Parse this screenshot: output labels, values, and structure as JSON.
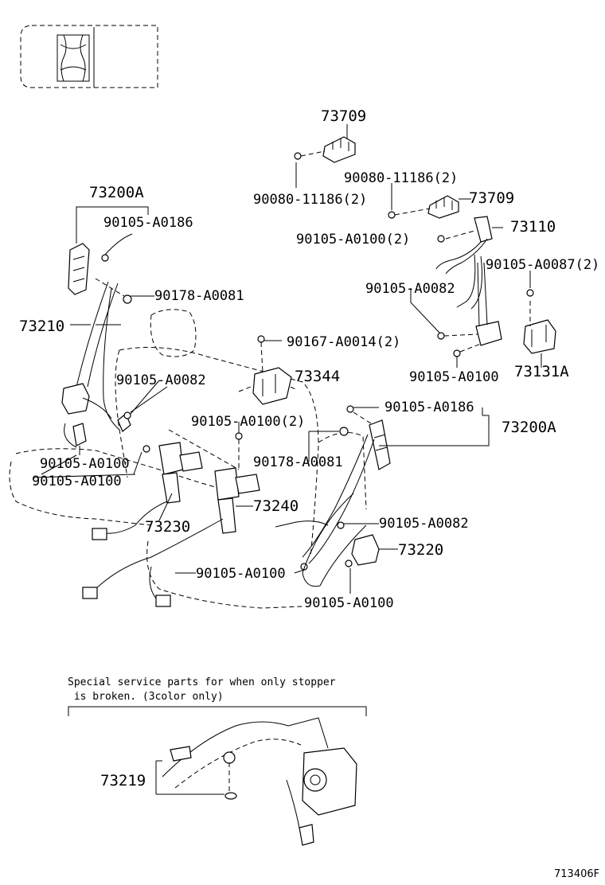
{
  "labels": {
    "p73709_top": "73709",
    "p73709_mid": "73709",
    "p90080_left": "90080-11186(2)",
    "p90080_right": "90080-11186(2)",
    "p73110": "73110",
    "p90105_A0100_2_top": "90105-A0100(2)",
    "p90105_A0087": "90105-A0087(2)",
    "p90105_A0082_right": "90105-A0082",
    "p90105_A0100_right": "90105-A0100",
    "p73131A": "73131A",
    "p73200A_left": "73200A",
    "p90105_A0186_left": "90105-A0186",
    "p90178_left": "90178-A0081",
    "p73210": "73210",
    "p90167": "90167-A0014(2)",
    "p73344": "73344",
    "p90105_A0082_left": "90105-A0082",
    "p90105_A0186_right": "90105-A0186",
    "p73200A_right": "73200A",
    "p90105_A0100_2_mid": "90105-A0100(2)",
    "p90178_right": "90178-A0081",
    "p90105_A0100_a": "90105-A0100",
    "p90105_A0100_b": "90105-A0100",
    "p73240": "73240",
    "p73230": "73230",
    "p90105_A0082_low": "90105-A0082",
    "p73220": "73220",
    "p90105_A0100_c": "90105-A0100",
    "p90105_A0100_d": "90105-A0100",
    "p73219": "73219"
  },
  "note": {
    "line1": "Special service parts for when only stopper",
    "line2": " is broken. (3color only)"
  },
  "figure_id": "713406F"
}
